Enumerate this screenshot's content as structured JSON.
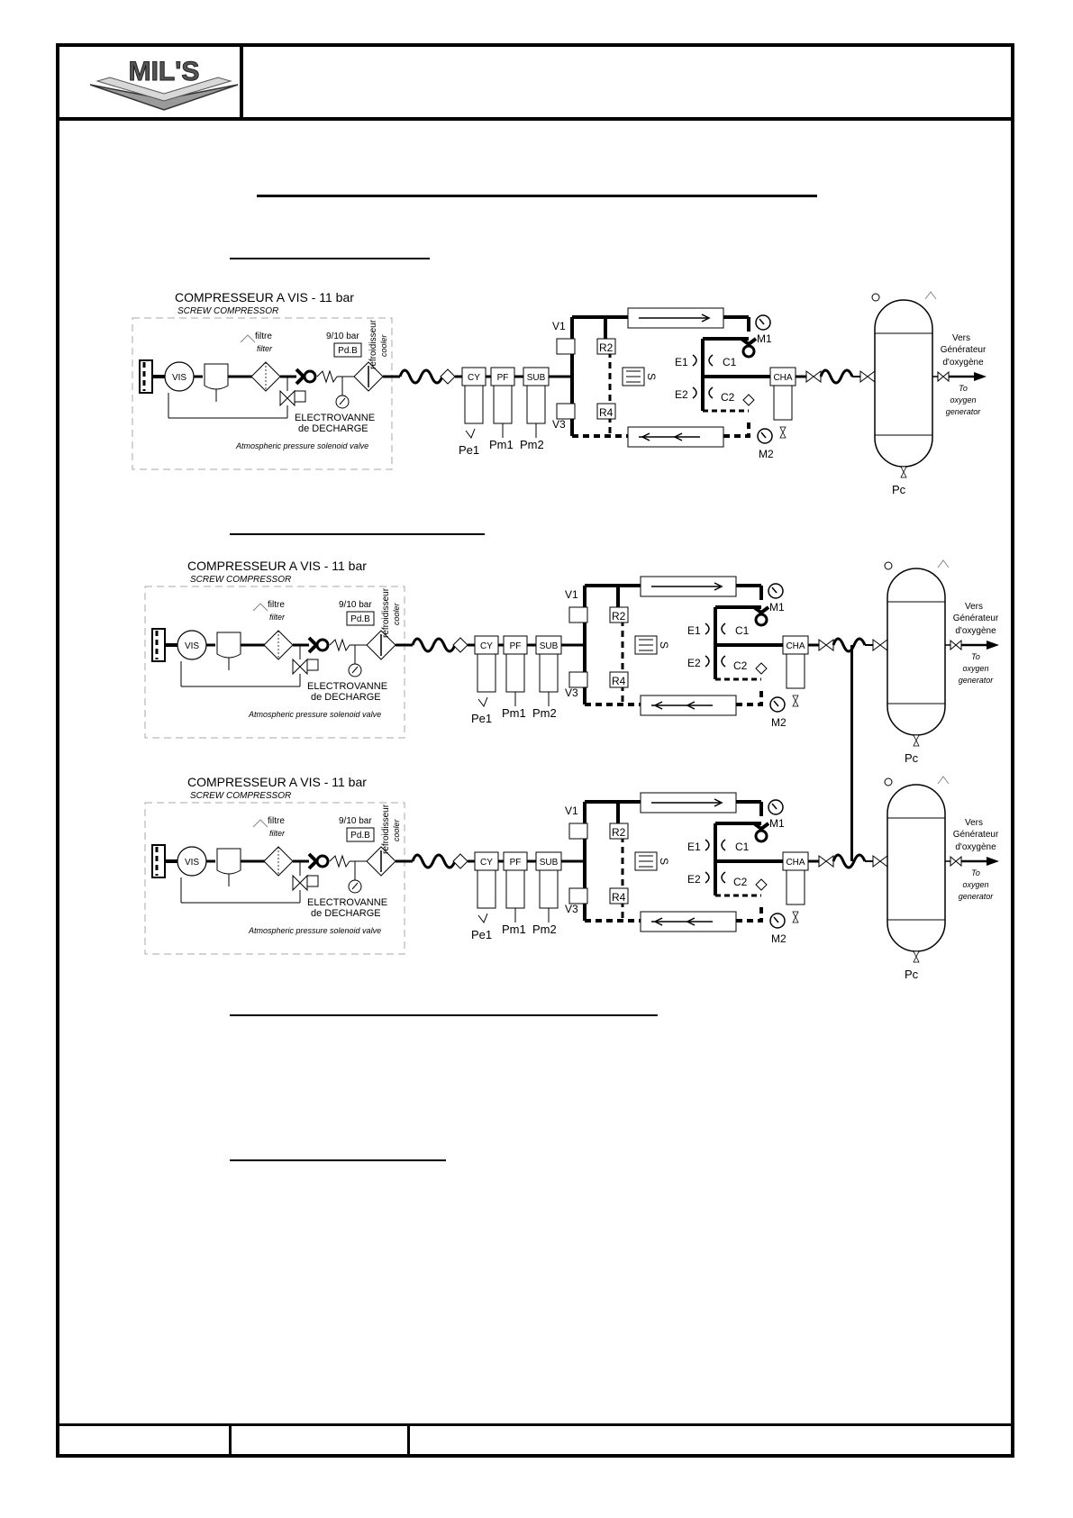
{
  "logo": {
    "text": "MIL'S"
  },
  "compressor": {
    "title": "COMPRESSEUR A VIS - 11 bar",
    "subtitle": "SCREW COMPRESSOR",
    "vis": "VIS",
    "filtre": "filtre",
    "filter": "filter",
    "pressure": "9/10 bar",
    "pdb": "Pd.B",
    "refroidisseur": "refroidisseur",
    "cooler": "cooler",
    "electrovanne": "ELECTROVANNE",
    "decharge": "de DECHARGE",
    "atmospheric": "Atmospheric pressure solenoid valve"
  },
  "treatment": {
    "cy": "CY",
    "pf": "PF",
    "sub": "SUB",
    "pe1": "Pe1",
    "pm1": "Pm1",
    "pm2": "Pm2"
  },
  "dryer": {
    "v1": "V1",
    "v3": "V3",
    "r2": "R2",
    "r4": "R4",
    "s": "S",
    "e1": "E1",
    "e2": "E2",
    "c1": "C1",
    "c2": "C2",
    "m1": "M1",
    "m2": "M2",
    "cha": "CHA"
  },
  "tank": {
    "pc": "Pc",
    "vers": "Vers",
    "generateur": "Générateur",
    "oxygene": "d'oxygène",
    "to": "To",
    "oxygen": "oxygen",
    "generator": "generator"
  },
  "colors": {
    "line": "#000000",
    "frame": "#000000",
    "dashed_box": "#bbbbbb"
  }
}
